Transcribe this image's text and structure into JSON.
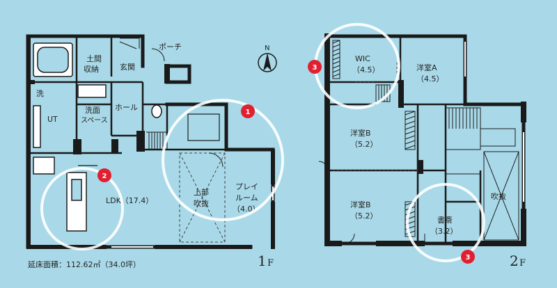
{
  "floor1": {
    "label": "1",
    "suffix": "F",
    "rooms": {
      "porch": "ポーチ",
      "doma_1": "土間",
      "doma_2": "収納",
      "genkan": "玄関",
      "sen": "洗",
      "ut": "UT",
      "senmen_1": "洗面",
      "senmen_2": "スペース",
      "hall": "ホール",
      "ldk": "LDK（17.4）",
      "fukinuke_1": "上部",
      "fukinuke_2": "吹抜",
      "play_1": "プレイ",
      "play_2": "ルーム",
      "play_3": "（4.0）"
    }
  },
  "floor2": {
    "label": "2",
    "suffix": "F",
    "rooms": {
      "wic_1": "WIC",
      "wic_2": "（4.5）",
      "youshitsu_a_1": "洋室A",
      "youshitsu_a_2": "（4.5）",
      "youshitsu_b1_1": "洋室B",
      "youshitsu_b1_2": "（5.2）",
      "youshitsu_b2_1": "洋室B",
      "youshitsu_b2_2": "（5.2）",
      "shosai_1": "書斎",
      "shosai_2": "（3.2）",
      "fukinuke": "吹抜"
    }
  },
  "compass": "N",
  "area_text": "延床面積：112.62㎡（34.0坪）",
  "badges": [
    "1",
    "2",
    "3",
    "3"
  ],
  "colors": {
    "background": "#a9d9e8",
    "wall": "#1a1a1a",
    "badge": "#e02030",
    "highlight_circle": "#ffffff"
  }
}
